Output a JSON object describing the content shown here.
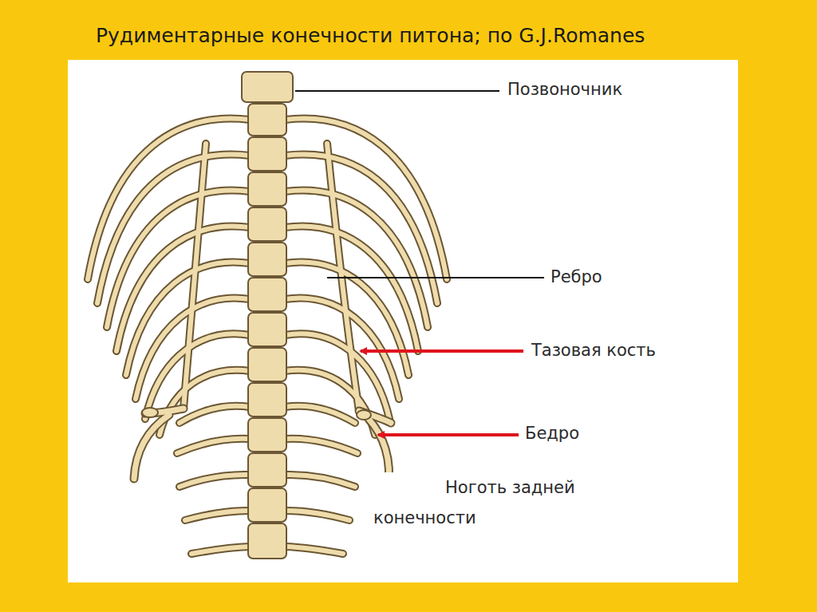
{
  "diagram": {
    "title": "Рудиментарные конечности питона; по G.J.Romanes",
    "labels": [
      "Позвоночник",
      "Ребро",
      "Тазовая кость",
      "Бедро",
      "Ноготь задней конечности"
    ]
  }
}
